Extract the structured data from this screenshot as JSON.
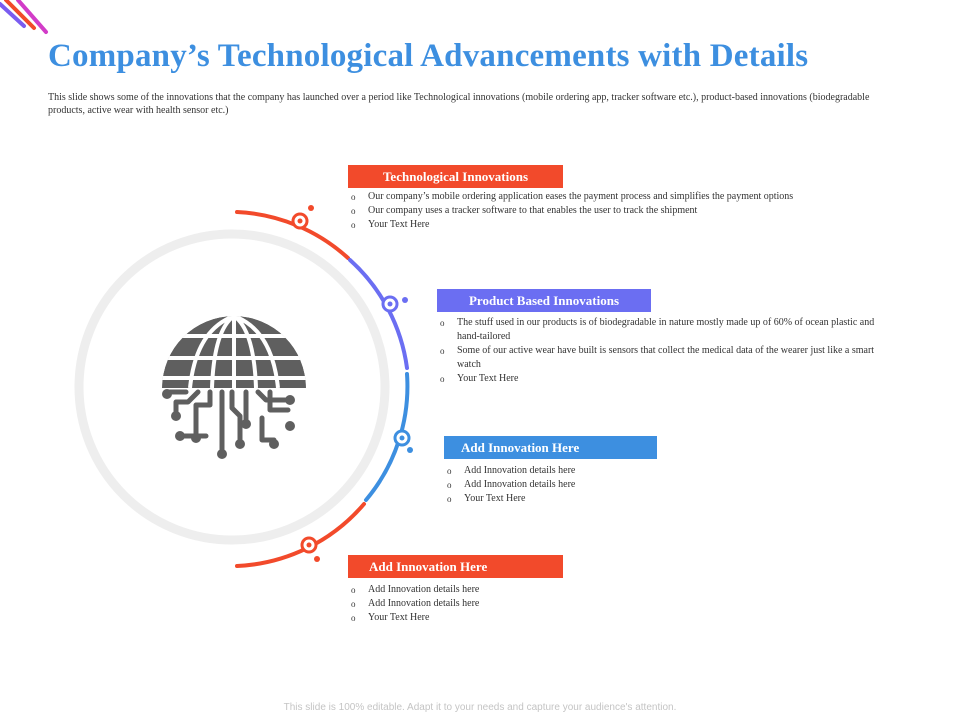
{
  "title": "Company’s Technological Advancements with Details",
  "subtitle": "This slide shows some of the innovations that the company has launched over a period like Technological innovations (mobile ordering app, tracker software etc.), product-based innovations (biodegradable products, active wear with health sensor etc.)",
  "colors": {
    "title": "#3d8fe0",
    "orange": "#f24a2b",
    "purple": "#6b6ef2",
    "blue": "#3d8fe0",
    "ring": "#eeeeee",
    "globe": "#5f5f5f"
  },
  "center_icon": "globe-circuit-icon",
  "sections": [
    {
      "heading": "Technological Innovations",
      "color": "#f24a2b",
      "bullets": [
        "Our company’s mobile ordering application eases the payment process and simplifies the payment options",
        "Our company uses a tracker software to that enables the user to track the shipment",
        "Your Text Here"
      ]
    },
    {
      "heading": "Product Based Innovations",
      "color": "#6b6ef2",
      "bullets": [
        "The stuff used in our products is of biodegradable in nature mostly made up of 60% of ocean plastic and hand-tailored",
        "Some of our active wear have built is sensors that collect the medical data of the wearer just like a smart watch",
        "Your Text Here"
      ]
    },
    {
      "heading": "Add Innovation Here",
      "color": "#3d8fe0",
      "bullets": [
        "Add Innovation details here",
        "Add Innovation details here",
        "Your Text Here"
      ]
    },
    {
      "heading": "Add Innovation Here",
      "color": "#f24a2b",
      "bullets": [
        "Add Innovation details here",
        "Add Innovation details here",
        "Your Text Here"
      ]
    }
  ],
  "footer": "This slide is 100% editable. Adapt it to your needs and capture your audience's attention."
}
